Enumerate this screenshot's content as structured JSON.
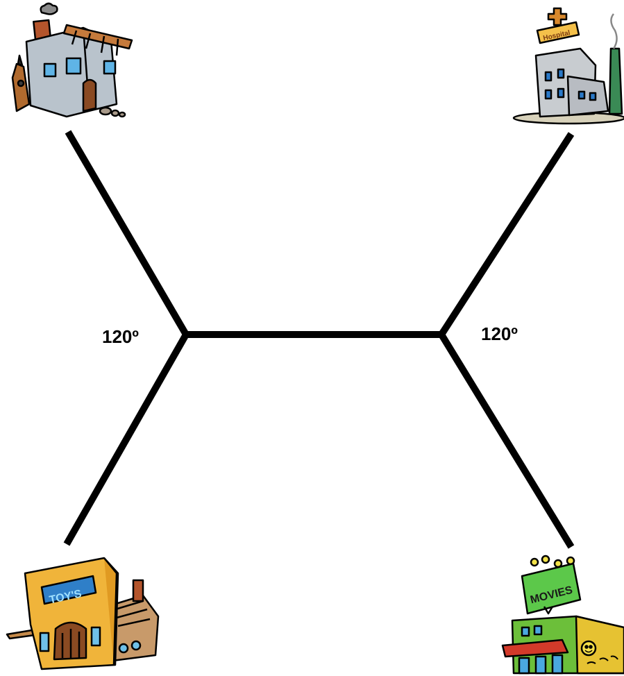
{
  "diagram": {
    "angle_labels": {
      "left": "120º",
      "right": "120º"
    },
    "buildings": {
      "top_left": {
        "icon": "house-icon"
      },
      "top_right": {
        "icon": "hospital-icon",
        "sign": "Hospital"
      },
      "bottom_left": {
        "icon": "toy-store-icon",
        "sign": "TOY'S"
      },
      "bottom_right": {
        "icon": "movie-theater-icon",
        "sign": "MOVIES"
      }
    },
    "colors": {
      "road": "#000000",
      "house_wall": "#b9c3cc",
      "hospital_wall": "#c8ccd0",
      "toy_store_wall": "#f0b43a",
      "toy_sign": "#2f7fc8",
      "movie_sign": "#5cc84a",
      "movie_wall": "#6cbf3a"
    }
  }
}
